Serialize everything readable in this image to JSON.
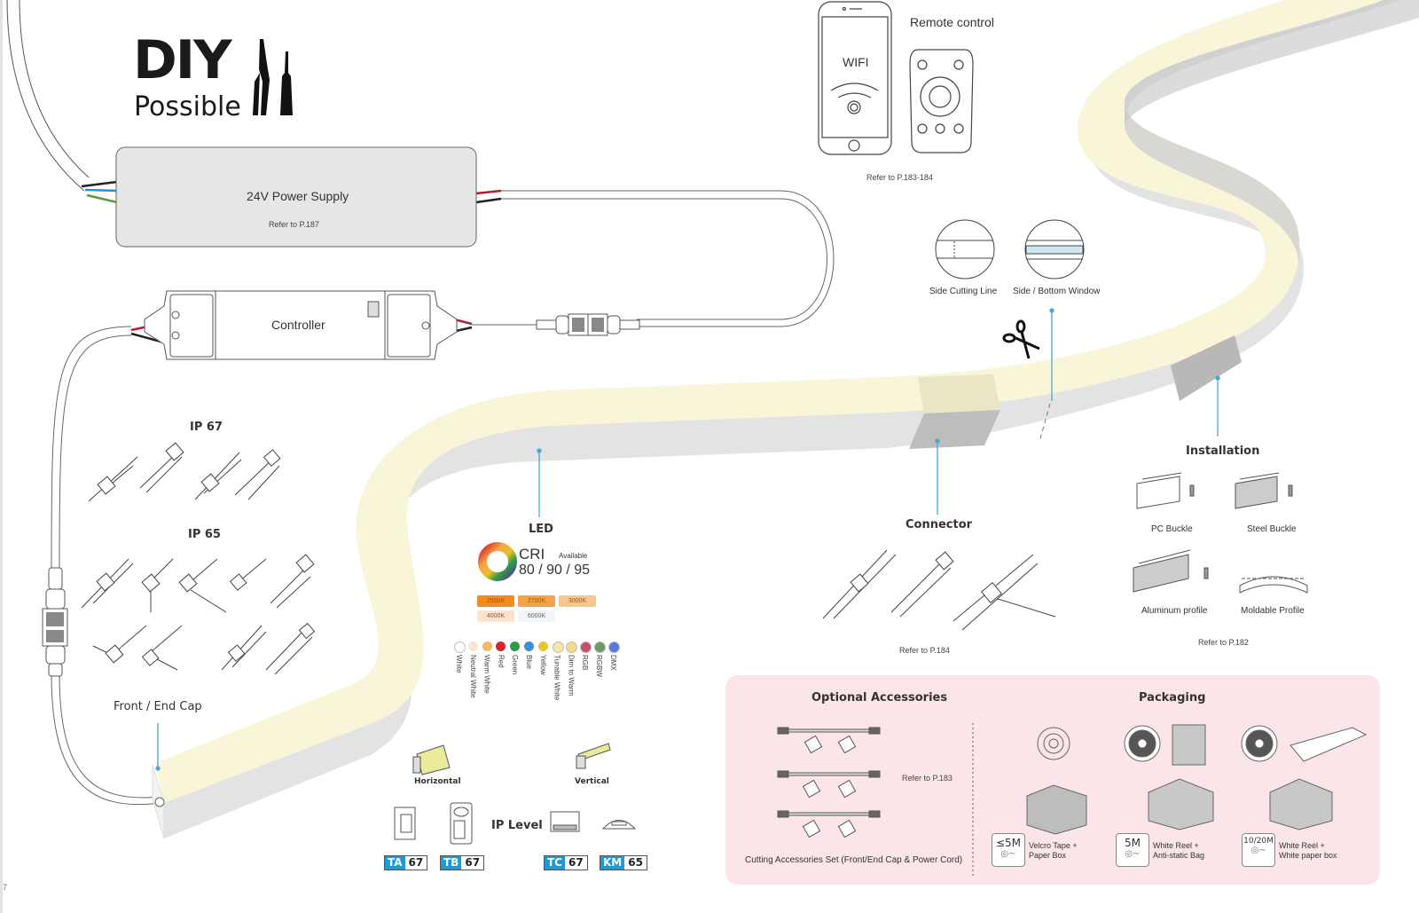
{
  "header": {
    "title_main": "DIY",
    "title_sub": "Possible",
    "tools_icon": "pliers-screwdriver-icon"
  },
  "power_supply": {
    "label": "24V Power Supply",
    "ref": "Refer to P.187"
  },
  "controller": {
    "label": "Controller"
  },
  "remote": {
    "title": "Remote control",
    "phone_label": "WIFI",
    "ref": "Refer to P.183-184"
  },
  "cutting": {
    "side_cutting_line": "Side Cutting Line",
    "side_bottom_window": "Side / Bottom Window"
  },
  "end_caps": {
    "ip67": "IP 67",
    "ip65": "IP 65",
    "front_end_cap": "Front  / End Cap"
  },
  "led": {
    "title": "LED",
    "cri_label": "CRI",
    "cri_available": "Available",
    "cri_values": "80 / 90 / 95",
    "color_temps": [
      {
        "label": "2500K",
        "color": "#f28a1e"
      },
      {
        "label": "2700K",
        "color": "#f5a344"
      },
      {
        "label": "3000K",
        "color": "#f7c68c"
      },
      {
        "label": "4000K",
        "color": "#fbe3cf"
      },
      {
        "label": "6000K",
        "color": "#eef6fb"
      }
    ],
    "colors": [
      {
        "label": "White",
        "color": "#ffffff"
      },
      {
        "label": "Neutral White",
        "color": "#fbe3cf"
      },
      {
        "label": "Warm White",
        "color": "#f5b86a"
      },
      {
        "label": "Red",
        "color": "#d8232a"
      },
      {
        "label": "Green",
        "color": "#2e9b47"
      },
      {
        "label": "Blue",
        "color": "#3a8fd6"
      },
      {
        "label": "Yellow",
        "color": "#e6c42a"
      },
      {
        "label": "Tunable White",
        "color": "#f5e6a0"
      },
      {
        "label": "Dim to Warm",
        "color": "#f5d98a"
      },
      {
        "label": "RGB",
        "color": "#c94f6a"
      },
      {
        "label": "RGBW",
        "color": "#6a9a6a"
      },
      {
        "label": "DMX",
        "color": "#5a7ad6"
      }
    ]
  },
  "bending": {
    "horizontal": "Horizontal",
    "vertical": "Vertical",
    "ip_level_title": "IP Level",
    "ip_badges": [
      {
        "code": "TA",
        "value": "67"
      },
      {
        "code": "TB",
        "value": "67"
      },
      {
        "code": "TC",
        "value": "67"
      },
      {
        "code": "KM",
        "value": "65"
      }
    ]
  },
  "connector": {
    "title": "Connector",
    "ref": "Refer to P.184"
  },
  "installation": {
    "title": "Installation",
    "items": [
      "PC Buckle",
      "Steel Buckle",
      "Aluminum profile",
      "Moldable Profile"
    ],
    "ref": "Refer to P.182"
  },
  "accessories": {
    "title": "Optional Accessories",
    "ref": "Refer to P.183",
    "caption": "Cutting Accessories Set  (Front/End Cap & Power Cord)"
  },
  "packaging": {
    "title": "Packaging",
    "options": [
      {
        "length": "≤5M",
        "desc_line1": "Velcro Tape +",
        "desc_line2": "Paper Box"
      },
      {
        "length": "5M",
        "desc_line1": "White Reel +",
        "desc_line2": "Anti-static Bag"
      },
      {
        "length": "10/20M",
        "desc_line1": "White Reel +",
        "desc_line2": "White paper box"
      }
    ]
  },
  "page_number": "7",
  "colors": {
    "strip_top": "#f8f5d8",
    "strip_side": "#e6e6e6",
    "callout_line": "#4aa8cf",
    "panel_pink": "#fbe5e9"
  }
}
